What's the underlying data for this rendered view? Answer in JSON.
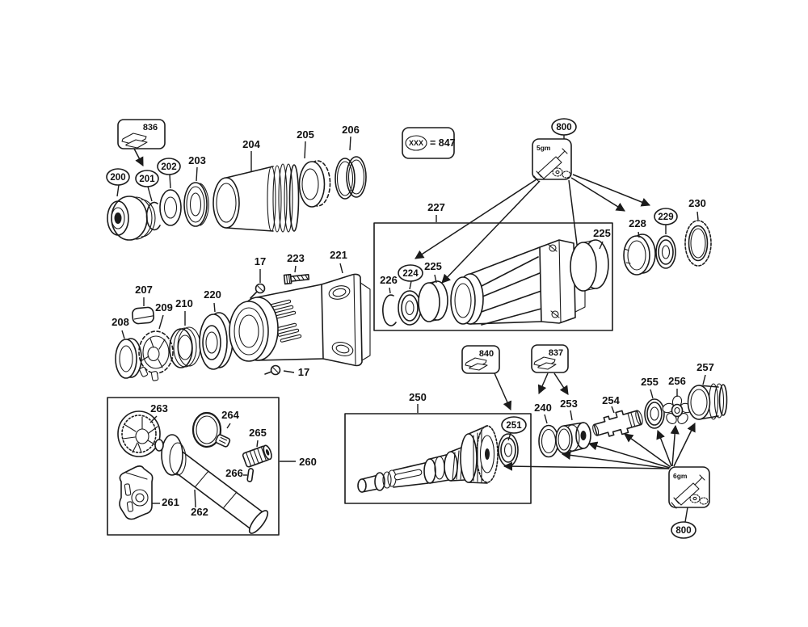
{
  "labels": {
    "box836": "836",
    "balloon200": "200",
    "balloon201": "201",
    "balloon202": "202",
    "p203": "203",
    "p204": "204",
    "p205": "205",
    "p206": "206",
    "legend_symbol": "XXX",
    "legend_value": "= 847",
    "balloon800_top": "800",
    "grease_top": "5gm",
    "box227": "227",
    "p226": "226",
    "balloon224": "224",
    "p225_left": "225",
    "p225_right": "225",
    "p228": "228",
    "balloon229": "229",
    "p230": "230",
    "p17_top": "17",
    "p223": "223",
    "p221": "221",
    "p207": "207",
    "p208": "208",
    "p209": "209",
    "p210": "210",
    "p220": "220",
    "p17_bottom": "17",
    "box260": "260",
    "p261": "261",
    "p262": "262",
    "p263": "263",
    "p264": "264",
    "p265": "265",
    "p266": "266",
    "box840": "840",
    "box837": "837",
    "box250": "250",
    "balloon251": "251",
    "p240": "240",
    "p253": "253",
    "p254": "254",
    "p255": "255",
    "p256": "256",
    "p257": "257",
    "grease_bottom": "6gm",
    "balloon800_bottom": "800"
  }
}
